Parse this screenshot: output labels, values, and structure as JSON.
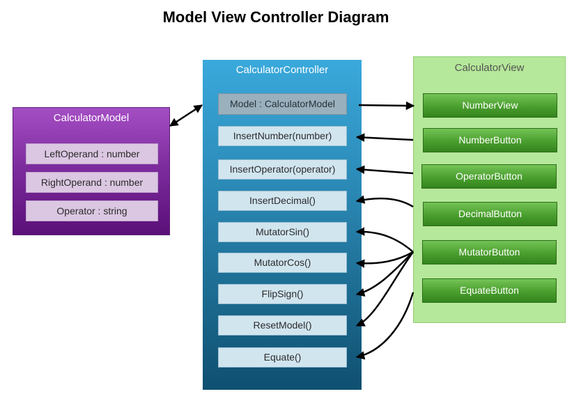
{
  "title": "Model View Controller Diagram",
  "model": {
    "name": "CalculatorModel",
    "fields": [
      "LeftOperand : number",
      "RightOperand : number",
      "Operator : string"
    ]
  },
  "controller": {
    "name": "CalculatorController",
    "items": [
      "Model : CalculatorModel",
      "InsertNumber(number)",
      "InsertOperator(operator)",
      "InsertDecimal()",
      "MutatorSin()",
      "MutatorCos()",
      "FlipSign()",
      "ResetModel()",
      "Equate()"
    ]
  },
  "view": {
    "name": "CalculatorView",
    "buttons": [
      "NumberView",
      "NumberButton",
      "OperatorButton",
      "DecimalButton",
      "MutatorButton",
      "EquateButton"
    ]
  },
  "colors": {
    "model": "#7e2d9f",
    "controller": "#2a88b4",
    "view": "#b5e89a",
    "view_button": "#4a9f2e",
    "arrow": "#000000"
  }
}
